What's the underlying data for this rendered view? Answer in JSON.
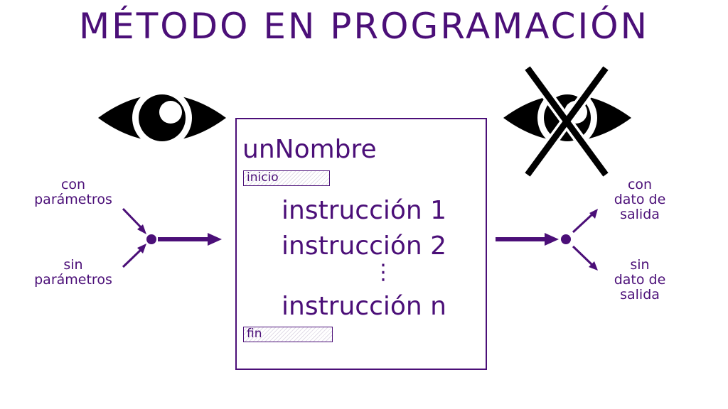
{
  "title": "MÉTODO EN PROGRAMACIÓN",
  "method": {
    "name": "unNombre",
    "start_tag": "inicio",
    "instructions": [
      "instrucción 1",
      "instrucción 2",
      "instrucción n"
    ],
    "ellipsis": "⋮",
    "end_tag": "fin"
  },
  "inputs": {
    "with_params": "con\nparámetros",
    "without_params": "sin\nparámetros"
  },
  "outputs": {
    "with_output": "con\ndato de\nsalida",
    "without_output": "sin\ndato de\nsalida"
  },
  "icons": {
    "visible": "eye-icon",
    "hidden": "eye-crossed-icon"
  },
  "colors": {
    "accent": "#4b0f78",
    "icon": "#000000"
  }
}
